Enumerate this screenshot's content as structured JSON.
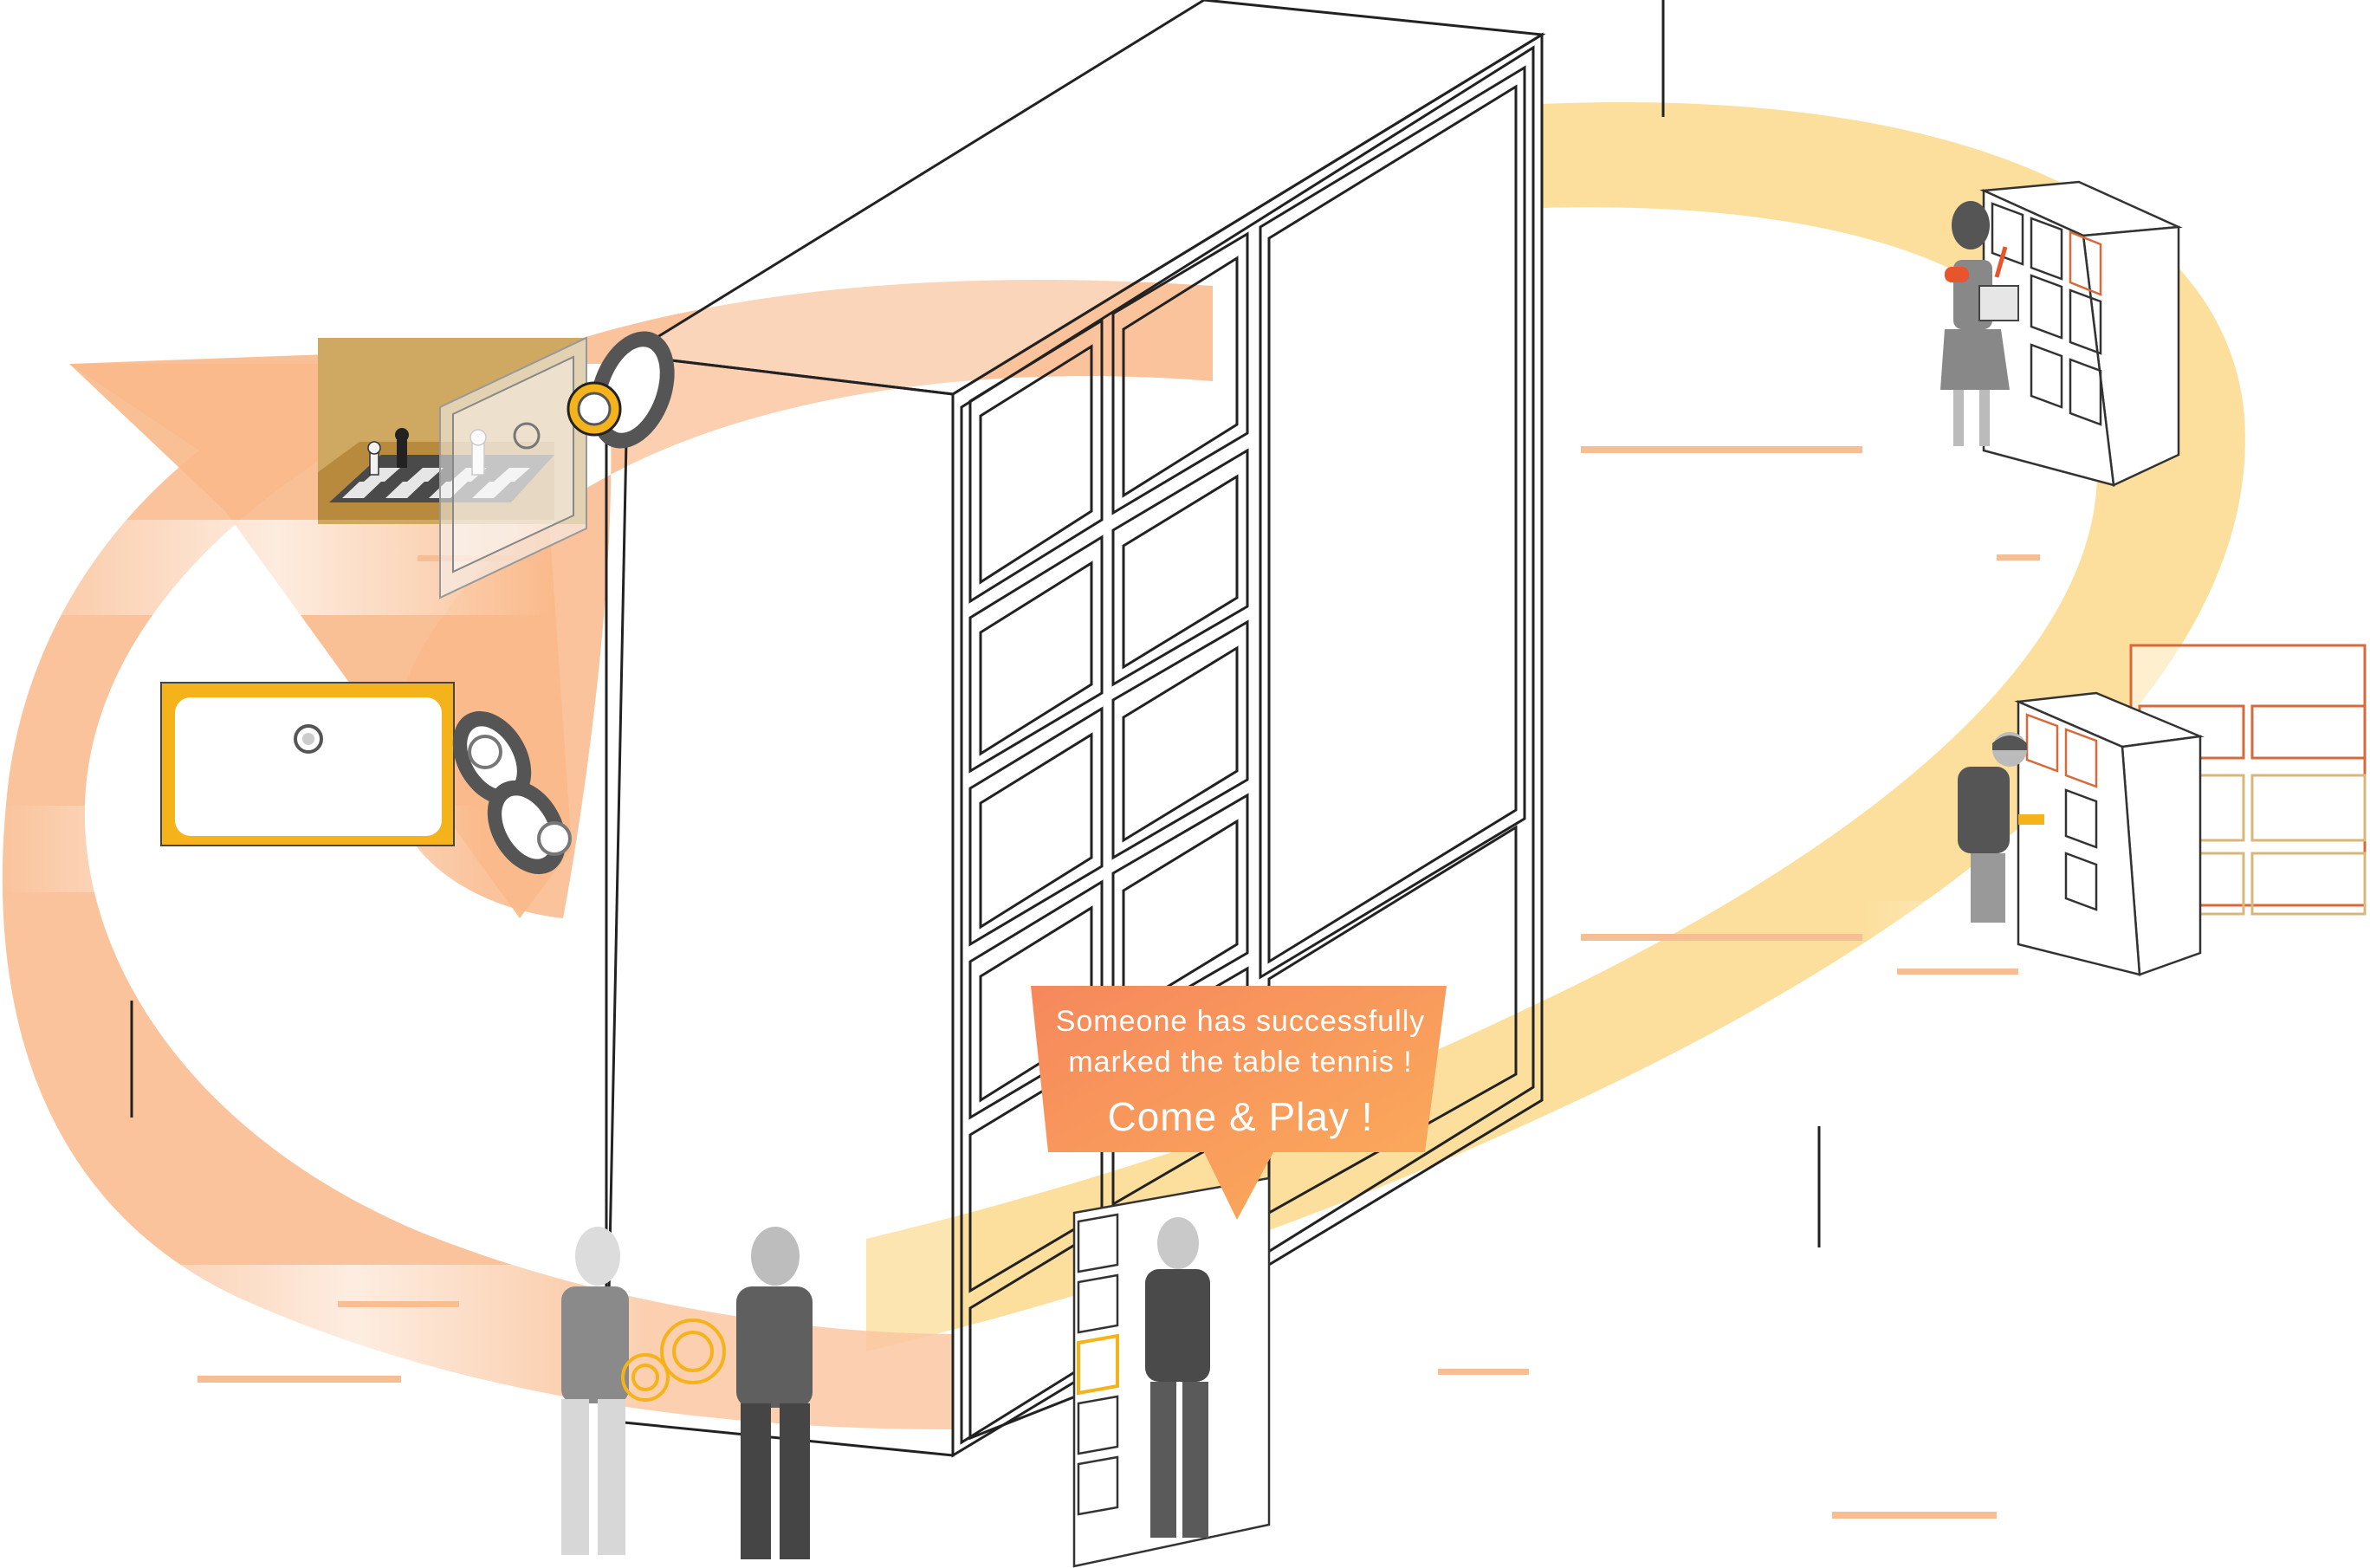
{
  "notification": {
    "line1": "Someone has successfully",
    "line2": "marked the table tennis !",
    "line3": "Come & Play !"
  },
  "colors": {
    "stream_orange": "#F9B98A",
    "stream_yellow": "#FCD98C",
    "bubble_gradient_start": "#F6885C",
    "bubble_gradient_end": "#FBAE5B",
    "accent_gold": "#F5B31B",
    "outline": "#222222"
  },
  "icons": [
    "wearable-ring-icon",
    "chessboard-illustration",
    "sink-basin-icon",
    "locker-cabinet-icon",
    "person-icon"
  ]
}
